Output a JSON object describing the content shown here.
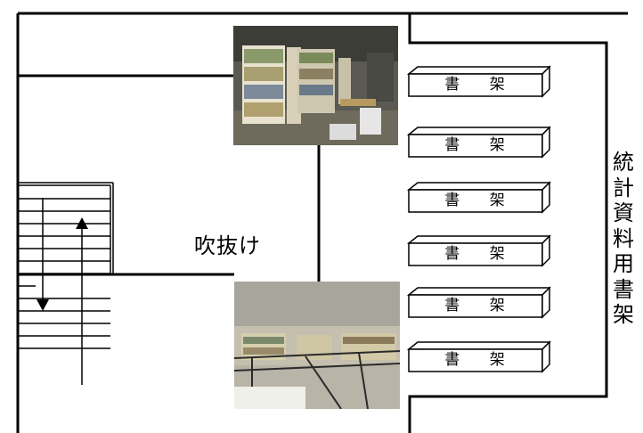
{
  "labels": {
    "void": "吹抜け",
    "statistics_shelf": "統計資料用書架"
  },
  "shelves": [
    {
      "label": "書 架"
    },
    {
      "label": "書 架"
    },
    {
      "label": "書 架"
    },
    {
      "label": "書 架"
    },
    {
      "label": "書 架"
    },
    {
      "label": "書 架"
    }
  ]
}
